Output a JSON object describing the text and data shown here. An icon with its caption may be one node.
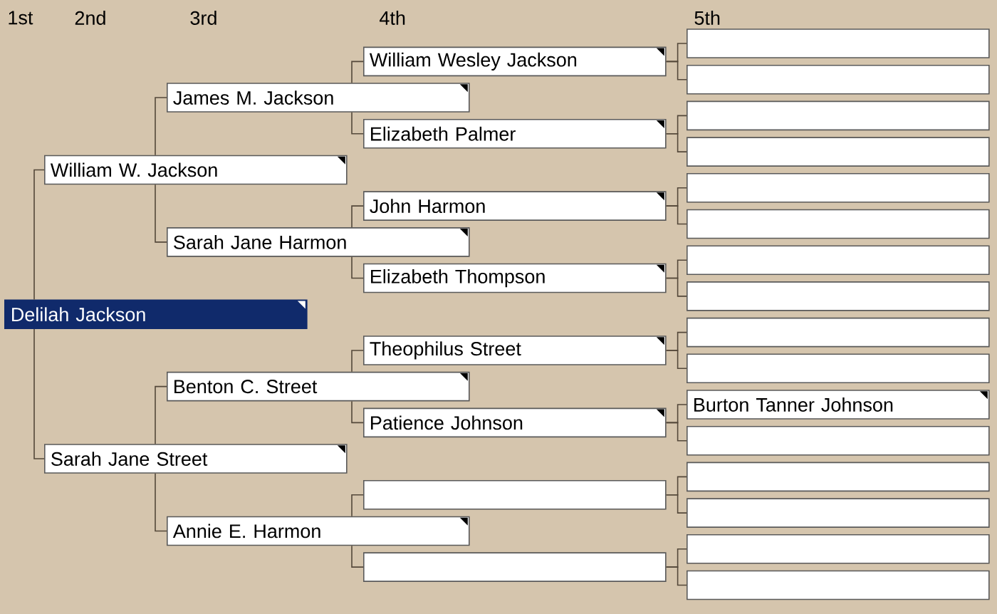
{
  "diagram": {
    "nodes": [
      {
        "text": [
          "Delilah Jackson"
        ]
      },
      {
        "text": [
          "William W. Jackson"
        ]
      },
      {
        "text": [
          "Sarah Jane Street"
        ]
      },
      {
        "text": [
          "James M. Jackson"
        ]
      },
      {
        "text": [
          "Sarah Jane Harmon"
        ]
      },
      {
        "text": [
          "Benton C. Street"
        ]
      },
      {
        "text": [
          "Annie E. Harmon"
        ]
      },
      {
        "text": [
          "William Wesley Jackson"
        ]
      },
      {
        "text": [
          "Elizabeth Palmer"
        ]
      },
      {
        "text": [
          "John Harmon"
        ]
      },
      {
        "text": [
          "Elizabeth Thompson"
        ]
      },
      {
        "text": [
          "Theophilus Street"
        ]
      },
      {
        "text": [
          "Patience Johnson"
        ]
      },
      {
        "text": [],
        "shape": "box"
      },
      {
        "text": [],
        "shape": "box"
      },
      {
        "text": [],
        "shape": "box"
      },
      {
        "text": [],
        "shape": "box"
      },
      {
        "text": [],
        "shape": "box"
      },
      {
        "text": [],
        "shape": "box"
      },
      {
        "text": [],
        "shape": "box"
      },
      {
        "text": [],
        "shape": "box"
      },
      {
        "text": [],
        "shape": "box"
      },
      {
        "text": [],
        "shape": "box"
      },
      {
        "text": [],
        "shape": "box"
      },
      {
        "text": [],
        "shape": "box"
      },
      {
        "text": [
          "Burton Tanner Johnson"
        ]
      },
      {
        "text": [],
        "shape": "box"
      },
      {
        "text": [],
        "shape": "box"
      },
      {
        "text": [],
        "shape": "box"
      },
      {
        "text": [],
        "shape": "box"
      },
      {
        "text": [],
        "shape": "box"
      }
    ],
    "edges": [
      {
        "from": 0,
        "to": 1,
        "arrow": "none"
      },
      {
        "from": 0,
        "to": 2,
        "arrow": "none"
      },
      {
        "from": 1,
        "to": 3,
        "arrow": "none"
      },
      {
        "from": 1,
        "to": 4,
        "arrow": "none"
      },
      {
        "from": 2,
        "to": 5,
        "arrow": "none"
      },
      {
        "from": 2,
        "to": 6,
        "arrow": "none"
      },
      {
        "from": 3,
        "to": 7,
        "arrow": "none"
      },
      {
        "from": 3,
        "to": 8,
        "arrow": "none"
      },
      {
        "from": 4,
        "to": 9,
        "arrow": "none"
      },
      {
        "from": 4,
        "to": 10,
        "arrow": "none"
      },
      {
        "from": 5,
        "to": 11,
        "arrow": "none"
      },
      {
        "from": 5,
        "to": 12,
        "arrow": "none"
      },
      {
        "from": 6,
        "to": 13,
        "arrow": "none"
      },
      {
        "from": 6,
        "to": 14,
        "arrow": "none"
      },
      {
        "from": 7,
        "to": 15,
        "arrow": "none"
      },
      {
        "from": 7,
        "to": 16,
        "arrow": "none"
      },
      {
        "from": 8,
        "to": 17,
        "arrow": "none"
      },
      {
        "from": 8,
        "to": 18,
        "arrow": "none"
      },
      {
        "from": 9,
        "to": 19,
        "arrow": "none"
      },
      {
        "from": 9,
        "to": 20,
        "arrow": "none"
      },
      {
        "from": 10,
        "to": 21,
        "arrow": "none"
      },
      {
        "from": 10,
        "to": 22,
        "arrow": "none"
      },
      {
        "from": 11,
        "to": 23,
        "arrow": "none"
      },
      {
        "from": 11,
        "to": 24,
        "arrow": "none"
      },
      {
        "from": 12,
        "to": 25,
        "arrow": "none"
      },
      {
        "from": 12,
        "to": 26,
        "arrow": "none"
      },
      {
        "from": 13,
        "to": 27,
        "arrow": "none"
      },
      {
        "from": 13,
        "to": 28,
        "arrow": "none"
      },
      {
        "from": 14,
        "to": 29,
        "arrow": "none"
      },
      {
        "from": 14,
        "to": 30,
        "arrow": "none"
      }
    ],
    "labels": [
      "1st",
      "2nd",
      "3rd",
      "4th",
      "5th"
    ]
  }
}
